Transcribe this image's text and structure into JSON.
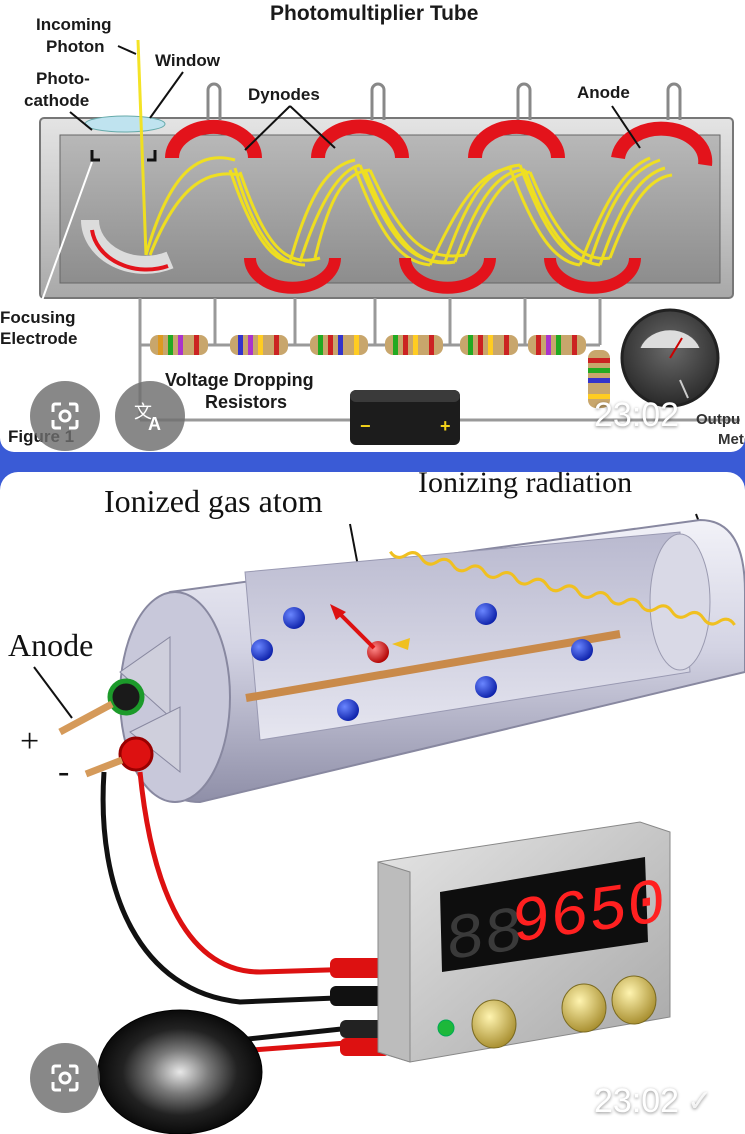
{
  "message1": {
    "figure": {
      "title": "Photomultiplier Tube",
      "labels": {
        "incoming_photon_1": "Incoming",
        "incoming_photon_2": "Photon",
        "window": "Window",
        "photocathode_1": "Photo-",
        "photocathode_2": "cathode",
        "dynodes": "Dynodes",
        "anode": "Anode",
        "focusing_1": "Focusing",
        "focusing_2": "Electrode",
        "resistors_1": "Voltage Dropping",
        "resistors_2": "Resistors",
        "figure": "Figure 1",
        "meter_1": "Outpu",
        "meter_2": "Meter",
        "minus": "−",
        "plus": "+"
      }
    },
    "timestamp": "23:02"
  },
  "message2": {
    "figure": {
      "labels": {
        "ionized_gas_atom": "Ionized gas atom",
        "ionizing_radiation": "Ionizing radiation",
        "anode": "Anode",
        "plus": "+",
        "minus": "-"
      },
      "counter_display": "9650",
      "counter_ghost": "88"
    },
    "timestamp": "23:02",
    "read_receipt": "✓"
  },
  "icons": {
    "lens": "google-lens-icon",
    "translate": "translate-icon"
  },
  "colors": {
    "chat_background": "#3a5bd6",
    "dynode": "#e3131b",
    "electron": "#f5e61a",
    "ion": "#1f3fd6",
    "display_digits": "#ff2020"
  }
}
